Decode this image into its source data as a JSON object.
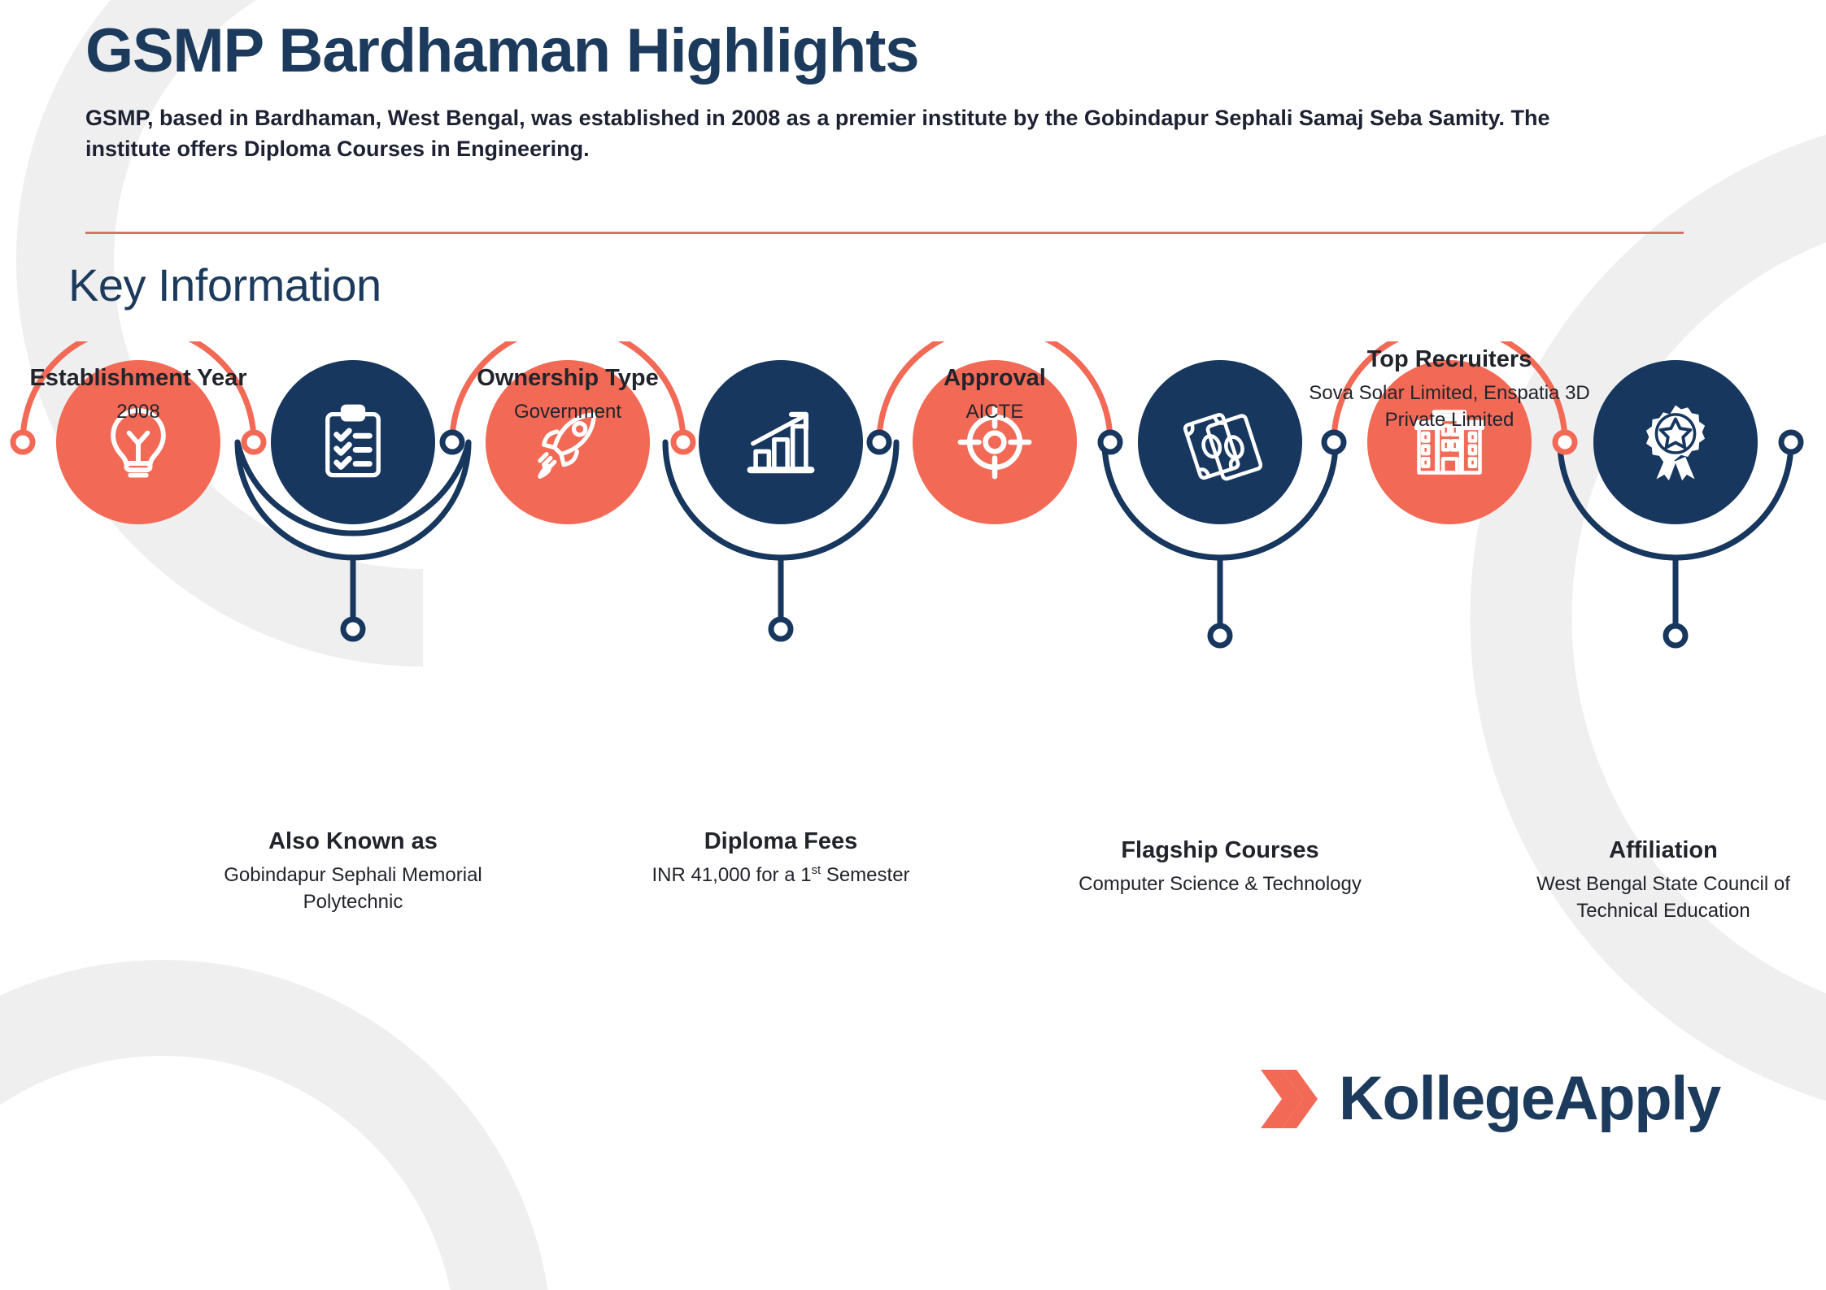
{
  "header": {
    "title": "GSMP Bardhaman Highlights",
    "subtitle": "GSMP, based in Bardhaman, West Bengal, was established in 2008 as a premier institute by the Gobindapur Sephali Samaj Seba Samity. The institute offers Diploma Courses in Engineering.",
    "section_title": "Key Information"
  },
  "colors": {
    "navy": "#17375e",
    "coral": "#f26a56",
    "title_navy": "#1b3a5c",
    "divider": "#d4736a",
    "text_dark": "#22242c",
    "watermark_gray": "#efeff0"
  },
  "timeline": {
    "items": [
      {
        "title": "Establishment Year",
        "value": "2008",
        "icon": "lightbulb-icon",
        "color": "coral",
        "position": "top"
      },
      {
        "title": "Also Known as",
        "value": "Gobindapur Sephali Memorial Polytechnic",
        "icon": "clipboard-checklist-icon",
        "color": "navy",
        "position": "bottom"
      },
      {
        "title": "Ownership Type",
        "value": "Government",
        "icon": "rocket-icon",
        "color": "coral",
        "position": "top"
      },
      {
        "title": "Diploma Fees",
        "value": "INR 41,000 for a 1st Semester",
        "value_html": "INR 41,000 for a 1<sup>st</sup> Semester",
        "icon": "growth-bar-chart-icon",
        "color": "navy",
        "position": "bottom"
      },
      {
        "title": "Approval",
        "value": "AICTE",
        "icon": "target-icon",
        "color": "coral",
        "position": "top"
      },
      {
        "title": "Flagship Courses",
        "value": "Computer Science & Technology",
        "icon": "money-notes-icon",
        "color": "navy",
        "position": "bottom"
      },
      {
        "title": "Top Recruiters",
        "value": "Sova Solar Limited, Enspatia 3D Private Limited",
        "icon": "building-icon",
        "color": "coral",
        "position": "top"
      },
      {
        "title": "Affiliation",
        "value": "West Bengal State Council of Technical Education",
        "icon": "award-ribbon-icon",
        "color": "navy",
        "position": "bottom"
      }
    ]
  },
  "footer": {
    "logo_text": "KollegeApply",
    "logo_mark": "double-chevron-icon"
  }
}
